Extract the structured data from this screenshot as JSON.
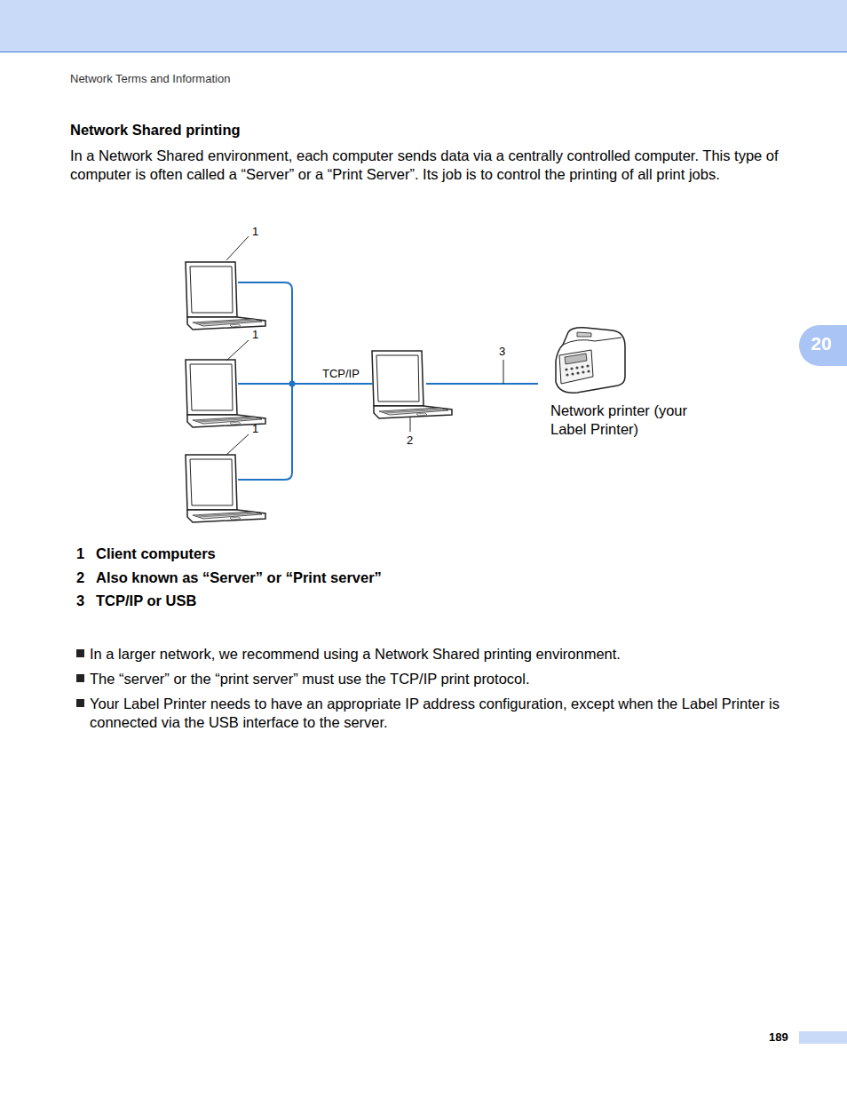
{
  "diagram": {
    "title": "Network Shared printing",
    "nodes": [
      {
        "text": [
          "Network printer (your Label Printer)"
        ]
      }
    ],
    "labels": [
      "Network Terms and Information",
      "In a Network Shared environment, each computer sends data via a centrally controlled computer. This type of computer is often called a “Server” or a “Print Server”. Its job is to control the printing of all print jobs.",
      "1",
      "1",
      "TCP/IP",
      "1",
      "3",
      "2",
      "1",
      "Client computers",
      "2",
      "Also known as “Server” or “Print server”",
      "3",
      "TCP/IP or USB",
      "In a larger network, we recommend using a Network Shared printing environment.",
      "The “server” or the “print server” must use the TCP/IP print protocol.",
      "Your Label Printer needs to have an appropriate IP address configuration, except when the Label Printer is connected via the USB interface to the server.",
      "20",
      "189"
    ]
  }
}
